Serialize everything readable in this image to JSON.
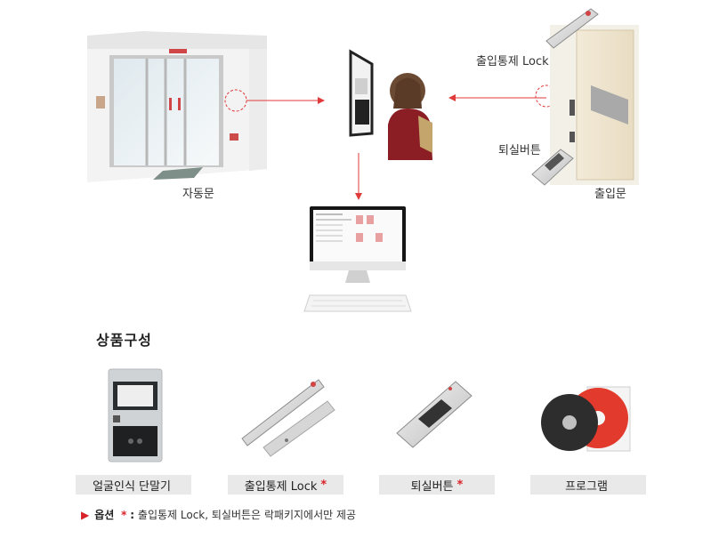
{
  "diagram": {
    "labels": {
      "auto_door": "자동문",
      "entry_door": "출입문",
      "access_lock": "출입통제 Lock",
      "exit_button": "퇴실버튼"
    },
    "colors": {
      "arrow": "#e03a3a",
      "accent": "#d8222a",
      "label_bg": "#e9e9e9"
    }
  },
  "section": {
    "title": "상품구성"
  },
  "products": [
    {
      "label": "얼굴인식 단말기",
      "star": ""
    },
    {
      "label": "출입통제 Lock",
      "star": "*"
    },
    {
      "label": "퇴실버튼",
      "star": "*"
    },
    {
      "label": "프로그램",
      "star": ""
    }
  ],
  "note": {
    "marker": "▶",
    "option": "옵션",
    "star": "*",
    "colon": ":",
    "text": "출입통제 Lock, 퇴실버튼은 락패키지에서만 제공"
  }
}
